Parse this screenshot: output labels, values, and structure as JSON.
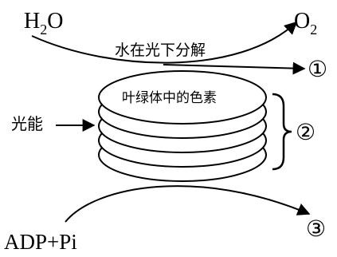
{
  "labels": {
    "water": "H",
    "water_sub": "2",
    "water_tail": "O",
    "oxygen": "O",
    "oxygen_sub": "2",
    "water_split": "水在光下分解",
    "pigments": "叶绿体中的色素",
    "light_energy": "光能",
    "adp_pi": "ADP+Pi",
    "product_1": "①",
    "product_2": "②",
    "product_3": "③"
  }
}
